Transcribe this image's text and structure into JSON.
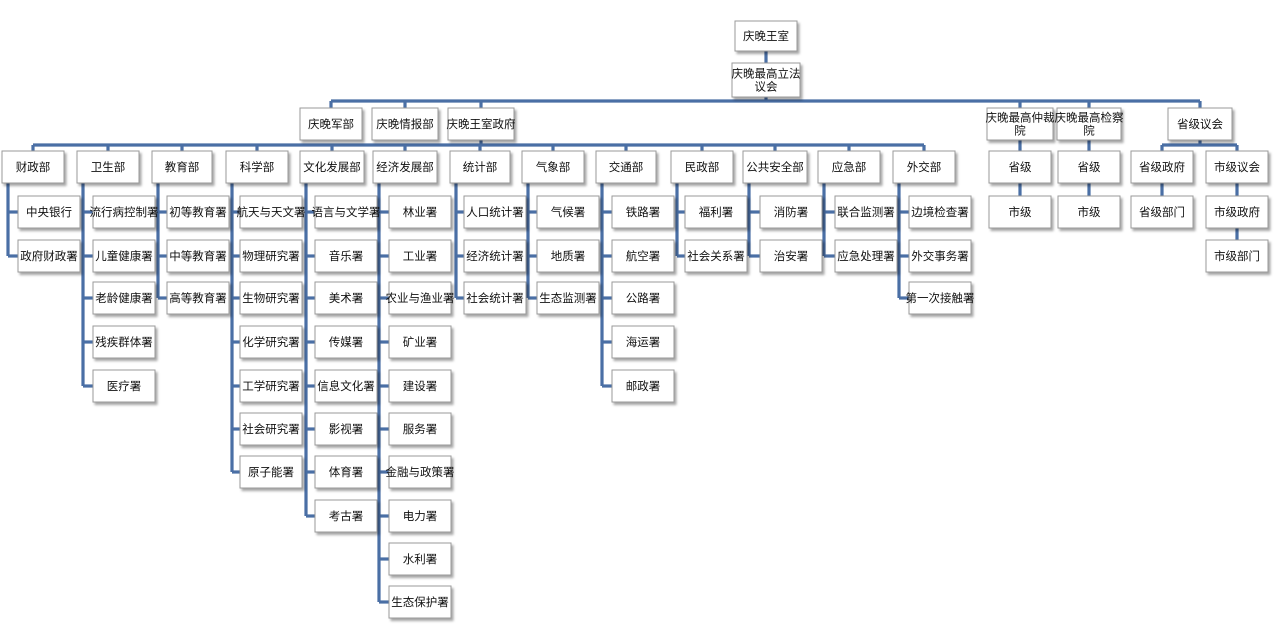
{
  "colors": {
    "connector": "#4a6fa5",
    "box_border": "#9a9a9a",
    "box_fill": "#ffffff"
  },
  "nodes": {
    "n_royal_house": "庆晚王室",
    "n_legislature": "庆晚最高立法议会",
    "n_military": "庆晚军部",
    "n_intelligence": "庆晚情报部",
    "n_government": "庆晚王室政府",
    "n_finance": "财政部",
    "n_central_bank": "中央银行",
    "n_gov_finance": "政府财政署",
    "n_health": "卫生部",
    "n_epidemic": "流行病控制署",
    "n_child_health": "儿童健康署",
    "n_elder_health": "老龄健康署",
    "n_disabled": "残疾群体署",
    "n_medical": "医疗署",
    "n_education": "教育部",
    "n_primary_edu": "初等教育署",
    "n_secondary_edu": "中等教育署",
    "n_higher_edu": "高等教育署",
    "n_science": "科学部",
    "n_aerospace": "航天与天文署",
    "n_physics": "物理研究署",
    "n_biology": "生物研究署",
    "n_chemistry": "化学研究署",
    "n_engineering": "工学研究署",
    "n_social_research": "社会研究署",
    "n_atomic": "原子能署",
    "n_culture": "文化发展部",
    "n_language": "语言与文学署",
    "n_music": "音乐署",
    "n_arts": "美术署",
    "n_media": "传媒署",
    "n_info_culture": "信息文化署",
    "n_film": "影视署",
    "n_sports": "体育署",
    "n_archaeology": "考古署",
    "n_economy": "经济发展部",
    "n_forestry": "林业署",
    "n_industry": "工业署",
    "n_agri": "农业与渔业署",
    "n_mining": "矿业署",
    "n_construction": "建设署",
    "n_services": "服务署",
    "n_fin_policy": "金融与政策署",
    "n_power": "电力署",
    "n_water": "水利署",
    "n_eco_protect": "生态保护署",
    "n_statistics": "统计部",
    "n_pop_stats": "人口统计署",
    "n_econ_stats": "经济统计署",
    "n_social_stats": "社会统计署",
    "n_meteo": "气象部",
    "n_weather": "气候署",
    "n_geology": "地质署",
    "n_eco_monitor": "生态监测署",
    "n_transport": "交通部",
    "n_railway": "铁路署",
    "n_aviation": "航空署",
    "n_highway": "公路署",
    "n_shipping": "海运署",
    "n_postal": "邮政署",
    "n_civil": "民政部",
    "n_welfare": "福利署",
    "n_social_rel": "社会关系署",
    "n_public_security": "公共安全部",
    "n_fire": "消防署",
    "n_policing": "治安署",
    "n_emergency": "应急部",
    "n_joint_monitor": "联合监测署",
    "n_emergency_handle": "应急处理署",
    "n_foreign": "外交部",
    "n_border": "边境检查署",
    "n_foreign_affairs": "外交事务署",
    "n_first_contact": "第一次接触署",
    "n_supreme_court": "庆晚最高仲裁院",
    "n_court_prov": "省级",
    "n_court_city": "市级",
    "n_procuratorate": "庆晚最高检察院",
    "n_proc_prov": "省级",
    "n_proc_city": "市级",
    "n_prov_council": "省级议会",
    "n_prov_gov": "省级政府",
    "n_prov_dept": "省级部门",
    "n_city_council": "市级议会",
    "n_city_gov": "市级政府",
    "n_city_dept": "市级部门"
  }
}
